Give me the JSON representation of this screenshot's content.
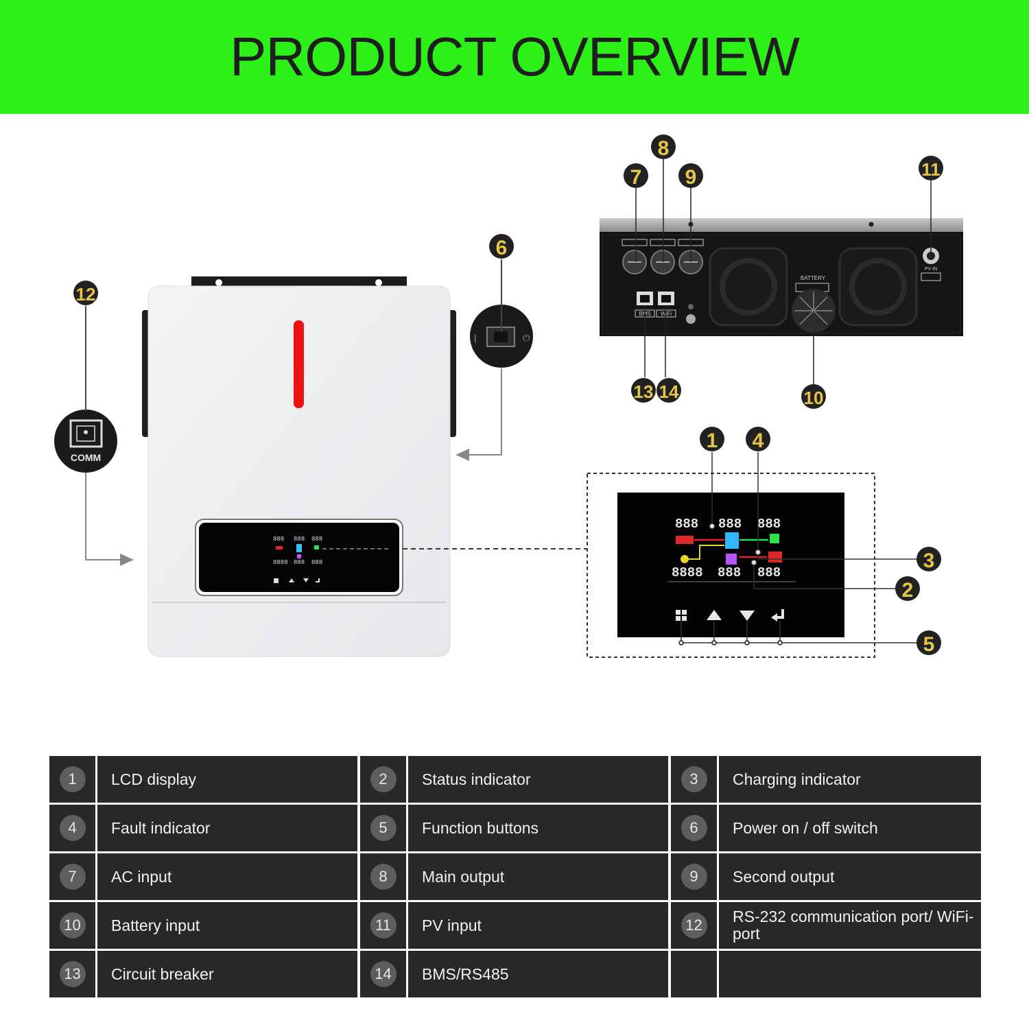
{
  "title": "PRODUCT OVERVIEW",
  "device": {
    "comm_label": "COMM",
    "battery_label": "BATTERY",
    "bms_label": "BMS",
    "wifi_label": "WiFi",
    "pv_label": "PV IN"
  },
  "callouts": [
    "1",
    "2",
    "3",
    "4",
    "5",
    "6",
    "7",
    "8",
    "9",
    "10",
    "11",
    "12",
    "13",
    "14"
  ],
  "legend": [
    [
      {
        "num": "1",
        "label": "LCD display"
      },
      {
        "num": "2",
        "label": "Status indicator"
      },
      {
        "num": "3",
        "label": "Charging indicator"
      }
    ],
    [
      {
        "num": "4",
        "label": "Fault indicator"
      },
      {
        "num": "5",
        "label": "Function buttons"
      },
      {
        "num": "6",
        "label": "Power on / off switch"
      }
    ],
    [
      {
        "num": "7",
        "label": "AC input"
      },
      {
        "num": "8",
        "label": "Main output"
      },
      {
        "num": "9",
        "label": "Second output"
      }
    ],
    [
      {
        "num": "10",
        "label": "Battery input"
      },
      {
        "num": "11",
        "label": "PV input"
      },
      {
        "num": "12",
        "label": "RS-232 communication port/ WiFi-port"
      }
    ],
    [
      {
        "num": "13",
        "label": " Circuit breaker"
      },
      {
        "num": "14",
        "label": "BMS/RS485"
      },
      {
        "num": "",
        "label": ""
      }
    ]
  ]
}
